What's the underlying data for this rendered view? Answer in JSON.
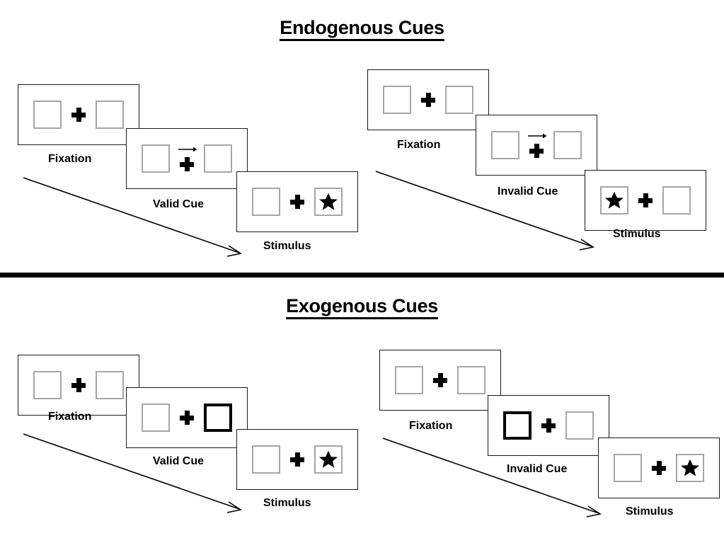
{
  "sections": [
    {
      "id": "endogenous",
      "title": "Endogenous Cues",
      "cue_type": "arrow-cue",
      "columns": [
        {
          "id": "valid",
          "frames": [
            {
              "label": "Fixation",
              "left_box": "empty",
              "right_box": "empty",
              "center": "plus"
            },
            {
              "label": "Valid Cue",
              "left_box": "empty",
              "right_box": "empty",
              "center": "plus-with-right-arrow"
            },
            {
              "label": "Stimulus",
              "left_box": "empty",
              "right_box": "star",
              "center": "plus"
            }
          ]
        },
        {
          "id": "invalid",
          "frames": [
            {
              "label": "Fixation",
              "left_box": "empty",
              "right_box": "empty",
              "center": "plus"
            },
            {
              "label": "Invalid Cue",
              "left_box": "empty",
              "right_box": "empty",
              "center": "plus-with-right-arrow"
            },
            {
              "label": "Stimulus",
              "left_box": "star",
              "right_box": "empty",
              "center": "plus"
            }
          ]
        }
      ]
    },
    {
      "id": "exogenous",
      "title": "Exogenous Cues",
      "cue_type": "box-flash-cue",
      "columns": [
        {
          "id": "valid",
          "frames": [
            {
              "label": "Fixation",
              "left_box": "empty",
              "right_box": "empty",
              "center": "plus"
            },
            {
              "label": "Valid Cue",
              "left_box": "empty",
              "right_box": "cued",
              "center": "plus"
            },
            {
              "label": "Stimulus",
              "left_box": "empty",
              "right_box": "star",
              "center": "plus"
            }
          ]
        },
        {
          "id": "invalid",
          "frames": [
            {
              "label": "Fixation",
              "left_box": "empty",
              "right_box": "empty",
              "center": "plus"
            },
            {
              "label": "Invalid Cue",
              "left_box": "cued",
              "right_box": "empty",
              "center": "plus"
            },
            {
              "label": "Stimulus",
              "left_box": "empty",
              "right_box": "star",
              "center": "plus"
            }
          ]
        }
      ]
    }
  ],
  "colors": {
    "frame_border": "#1a1a1a",
    "placeholder_box_border": "#a6a6a6",
    "cued_box_border": "#000000",
    "fixation_cross": "#000000",
    "star": "#000000",
    "divider": "#000000",
    "background": "#ffffff"
  },
  "icons": {
    "fixation_cross": "plus-icon",
    "cue_arrow": "right-arrow-icon",
    "target": "star-icon",
    "time_flow": "diagonal-arrow-icon"
  }
}
